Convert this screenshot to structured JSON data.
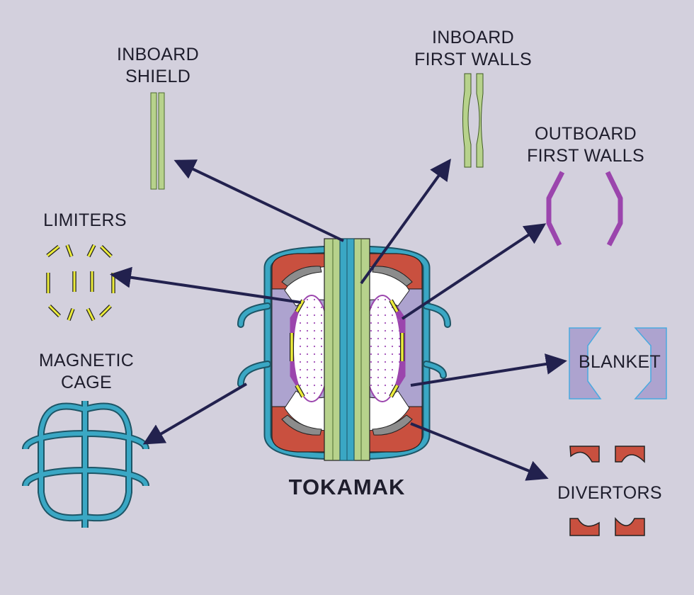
{
  "title": "TOKAMAK",
  "labels": {
    "inboard_shield": [
      "INBOARD",
      "SHIELD"
    ],
    "inboard_first_walls": [
      "INBOARD",
      "FIRST WALLS"
    ],
    "outboard_first_walls": [
      "OUTBOARD",
      "FIRST WALLS"
    ],
    "limiters": "LIMITERS",
    "magnetic_cage": [
      "MAGNETIC",
      "CAGE"
    ],
    "blanket": "BLANKET",
    "divertors": "DIVERTORS"
  },
  "colors": {
    "background": "#d3d0dd",
    "magnet_blue": "#3aa7c4",
    "shield_green": "#b7d28c",
    "divertor_red": "#c9503f",
    "blanket_lilac": "#ada3cf",
    "first_wall_purple": "#9b45ad",
    "limiter_yellow": "#ecec3a",
    "arrow_navy": "#22214e",
    "text": "#1e1d2c"
  }
}
